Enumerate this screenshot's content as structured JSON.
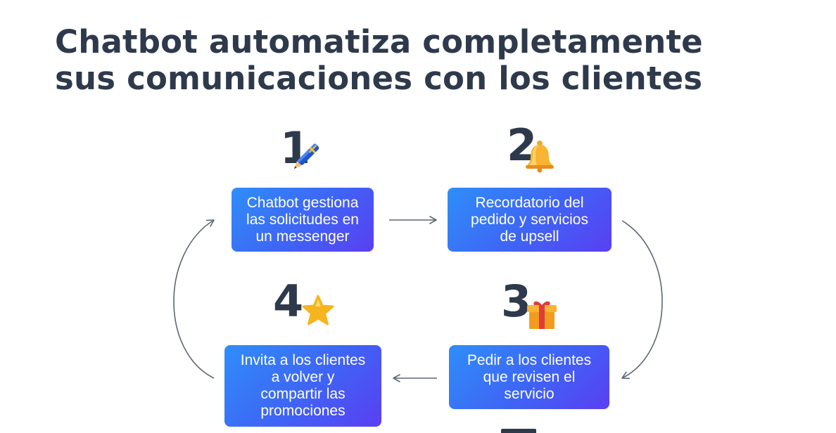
{
  "title": {
    "line1": "Chatbot automatiza completamente",
    "line2": "sus comunicaciones con los clientes"
  },
  "steps": [
    {
      "number": "1",
      "icon": "pen-icon",
      "text": "Chatbot gestiona\nlas solicitudes en\nun messenger"
    },
    {
      "number": "2",
      "icon": "bell-icon",
      "text": "Recordatorio del\npedido y servicios\nde upsell"
    },
    {
      "number": "3",
      "icon": "gift-icon",
      "text": "Pedir a los clientes\nque revisen el\nservicio"
    },
    {
      "number": "4",
      "icon": "star-icon",
      "text": "Invita a los clientes\na volver y\ncompartir las\npromociones"
    }
  ],
  "colors": {
    "title": "#2e3a4c",
    "card_gradient_start": "#2f8ef8",
    "card_gradient_end": "#5a3ff2",
    "arrow": "#5d6775"
  }
}
